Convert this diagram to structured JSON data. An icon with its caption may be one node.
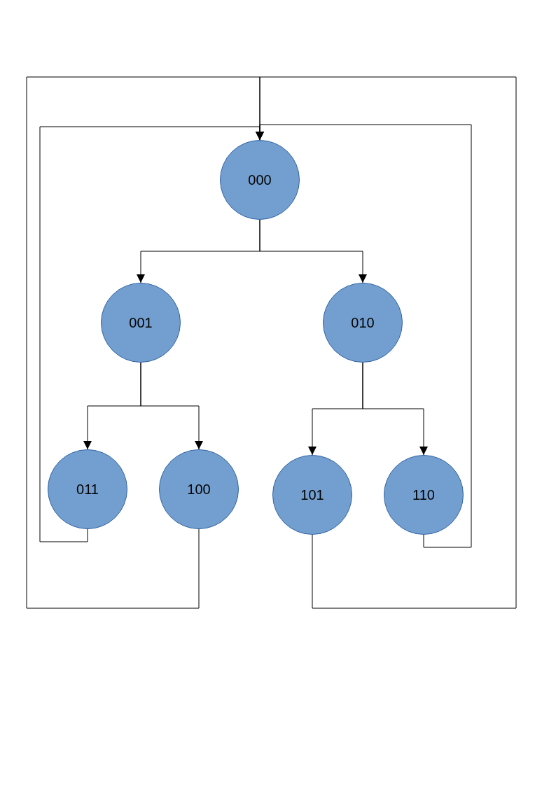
{
  "diagram": {
    "nodes": [
      {
        "text": [
          "000"
        ]
      },
      {
        "text": [
          "001"
        ]
      },
      {
        "text": [
          "010"
        ]
      },
      {
        "text": [
          "011"
        ]
      },
      {
        "text": [
          "100"
        ]
      },
      {
        "text": [
          "101"
        ]
      },
      {
        "text": [
          "110"
        ]
      }
    ],
    "edges": [
      {
        "from": 0,
        "to": 1,
        "arrow": "to"
      },
      {
        "from": 0,
        "to": 2,
        "arrow": "to"
      },
      {
        "from": 1,
        "to": 3,
        "arrow": "to"
      },
      {
        "from": 1,
        "to": 4,
        "arrow": "to"
      },
      {
        "from": 2,
        "to": 5,
        "arrow": "to"
      },
      {
        "from": 2,
        "to": 6,
        "arrow": "to"
      },
      {
        "from": 3,
        "to": 0,
        "arrow": "to"
      },
      {
        "from": 4,
        "to": 0,
        "arrow": "to"
      },
      {
        "from": 5,
        "to": 0,
        "arrow": "to"
      },
      {
        "from": 6,
        "to": 0,
        "arrow": "to"
      }
    ]
  }
}
